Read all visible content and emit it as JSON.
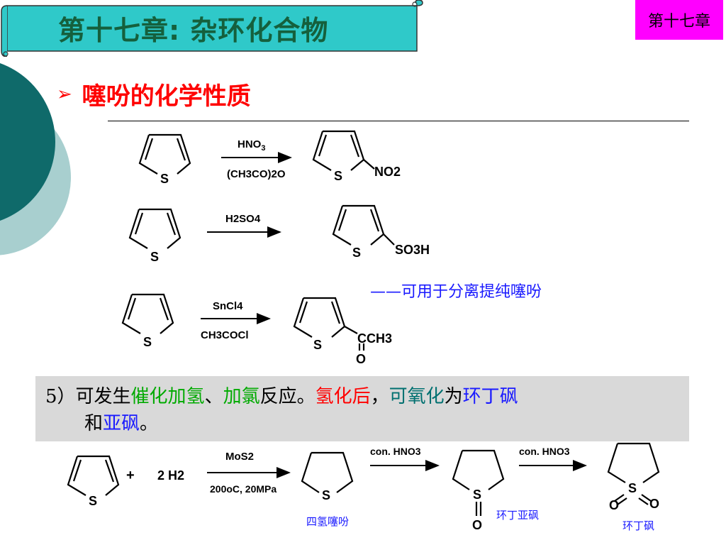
{
  "header": {
    "title": "第十七章: 杂环化合物",
    "chapter_tag": "第十七章"
  },
  "section": {
    "bullet": "➢",
    "title": "噻吩的化学性质"
  },
  "reactions": {
    "r1": {
      "reagent_top": "HNO",
      "reagent_top_sub": "3",
      "reagent_bottom": "(CH3CO)2O",
      "atom_s": "S",
      "substituent": "NO2"
    },
    "r2": {
      "reagent_top": "H2SO4",
      "atom_s": "S",
      "substituent": "SO3H"
    },
    "note": "——可用于分离提纯噻吩",
    "r3": {
      "reagent_top": "SnCl4",
      "reagent_bottom": "CH3COCl",
      "atom_s": "S",
      "substituent": "CCH3",
      "atom_o": "O"
    },
    "r4": {
      "plus": "+",
      "h2": "2 H2",
      "reagent_top": "MoS2",
      "reagent_bottom": "200oC, 20MPa",
      "oxidant_1": "con. HNO3",
      "oxidant_2": "con. HNO3",
      "atom_s": "S",
      "atom_o": "O"
    }
  },
  "info": {
    "p1": "5）可发生",
    "p2": "催化加氢",
    "p3": "、",
    "p4": "加氯",
    "p5": "反应。",
    "p6": "氢化后",
    "p7": "，",
    "p8": "可氧化",
    "p9": "为",
    "p10": "环丁砜",
    "p11": "和",
    "p12": "亚砜",
    "p13": "。"
  },
  "captions": {
    "tetrahydrothiophene": "四氢噻吩",
    "sulfoxide": "环丁亚砜",
    "sulfone": "环丁砜"
  }
}
